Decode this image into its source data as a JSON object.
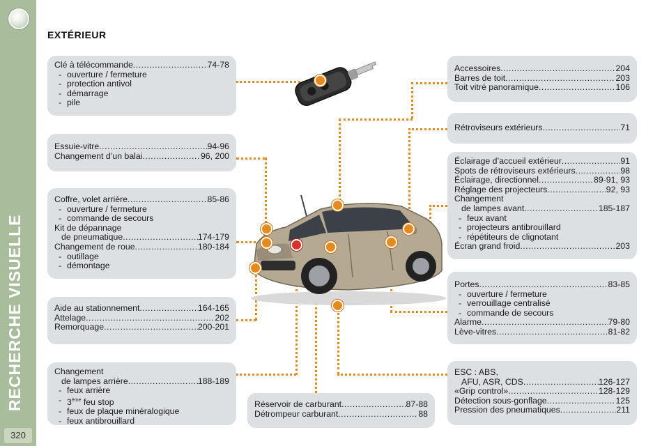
{
  "sidebar": {
    "title": "RECHERCHE VISUELLE",
    "page_number": "320"
  },
  "heading": "EXTÉRIEUR",
  "boxes": {
    "cle": {
      "rows": [
        {
          "label": "Clé à télécommande",
          "pages": "74-78"
        }
      ],
      "subs": [
        "ouverture / fermeture",
        "protection antivol",
        "démarrage",
        "pile"
      ]
    },
    "essuie": {
      "rows": [
        {
          "label": "Essuie-vitre",
          "pages": "94-96"
        },
        {
          "label": "Changement d’un balai",
          "pages": "96, 200"
        }
      ]
    },
    "coffre": {
      "row1": {
        "label": "Coffre, volet arrière",
        "pages": "85-86"
      },
      "subs1": [
        "ouverture / fermeture",
        "commande de secours"
      ],
      "kit_line1": "Kit de dépannage",
      "kit_line2": {
        "label": "de pneumatique",
        "pages": "174-179"
      },
      "row2": {
        "label": "Changement de roue",
        "pages": "180-184"
      },
      "subs2": [
        "outillage",
        "démontage"
      ]
    },
    "aide": {
      "rows": [
        {
          "label": "Aide au stationnement",
          "pages": "164-165"
        },
        {
          "label": "Attelage",
          "pages": "202"
        },
        {
          "label": "Remorquage",
          "pages": "200-201"
        }
      ]
    },
    "changement": {
      "line1": "Changement",
      "line2": {
        "label": "de lampes arrière",
        "pages": "188-189"
      },
      "subs": [
        "feux arrière",
        "3ème feu stop",
        "feux de plaque minéralogique",
        "feux antibrouillard"
      ],
      "sub2_pre": "3",
      "sub2_sup": "ème",
      "sub2_post": " feu stop"
    },
    "reservoir": {
      "rows": [
        {
          "label": "Réservoir de carburant",
          "pages": "87-88"
        },
        {
          "label": "Détrompeur carburant",
          "pages": "88"
        }
      ]
    },
    "accessoires": {
      "rows": [
        {
          "label": "Accessoires",
          "pages": "204"
        },
        {
          "label": "Barres de toit",
          "pages": "203"
        },
        {
          "label": "Toit vitré panoramique",
          "pages": "106"
        }
      ]
    },
    "retro": {
      "rows": [
        {
          "label": "Rétroviseurs extérieurs",
          "pages": "71"
        }
      ]
    },
    "eclairage": {
      "rows": [
        {
          "label": "Éclairage d’accueil extérieur",
          "pages": "91"
        },
        {
          "label": "Spots de rétroviseurs extérieurs",
          "pages": "98"
        },
        {
          "label": "Éclairage, directionnel",
          "pages": "89-91, 93"
        },
        {
          "label": "Réglage des projecteurs",
          "pages": "92, 93"
        }
      ],
      "chg_line1": "Changement",
      "chg_line2": {
        "label": "de lampes avant",
        "pages": "185-187"
      },
      "subs": [
        "feux avant",
        "projecteurs antibrouillard",
        "répétiteurs de clignotant"
      ],
      "last": {
        "label": "Écran grand froid",
        "pages": "203"
      }
    },
    "portes": {
      "row1": {
        "label": "Portes",
        "pages": "83-85"
      },
      "subs": [
        "ouverture / fermeture",
        "verrouillage centralisé",
        "commande de secours"
      ],
      "rows2": [
        {
          "label": "Alarme",
          "pages": "79-80"
        },
        {
          "label": "Lève-vitres",
          "pages": "81-82"
        }
      ]
    },
    "esc": {
      "line1": "ESC : ABS,",
      "line2": {
        "label": "AFU, ASR, CDS",
        "pages": "126-127"
      },
      "rows": [
        {
          "label": "«Grip control»",
          "pages": "128-129"
        },
        {
          "label": "Détection sous-gonflage",
          "pages": "125"
        },
        {
          "label": "Pression des pneumatiques",
          "pages": "211"
        }
      ]
    }
  },
  "colors": {
    "accent": "#e58a1f",
    "sidebar": "#a9bd9c",
    "box": "#dde0e3",
    "car_body": "#b5a994",
    "marker_red": "#d9302a"
  }
}
